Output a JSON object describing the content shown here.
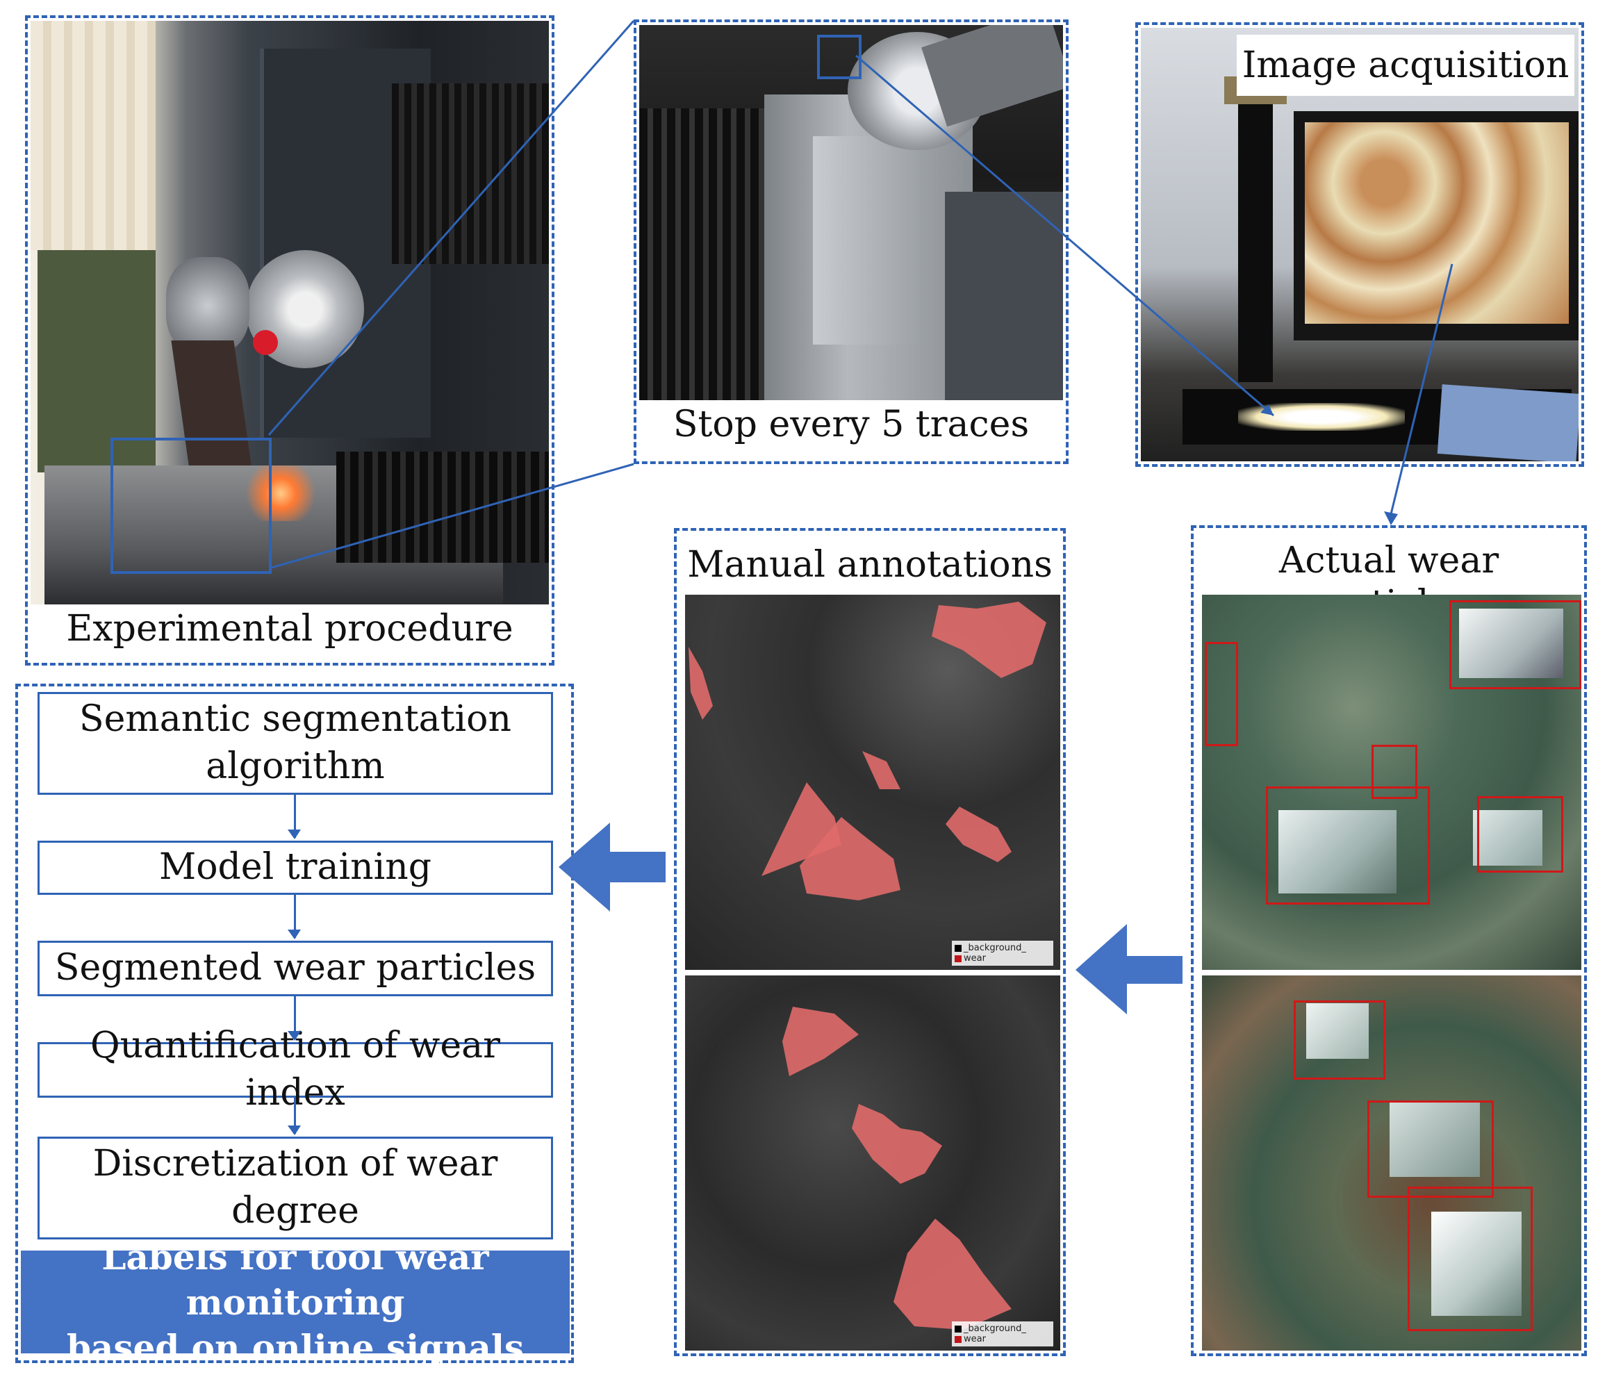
{
  "photos": {
    "experimental": {
      "caption": "Experimental procedure"
    },
    "machine_closeup": {
      "caption": "Stop every 5 traces"
    },
    "acquisition": {
      "caption": "Image acquisition"
    }
  },
  "panels": {
    "annotations": {
      "title": "Manual annotations"
    },
    "particles": {
      "title": "Actual wear particles"
    }
  },
  "legend": {
    "background": "_background_",
    "wear": "wear"
  },
  "flow": {
    "steps": [
      {
        "line1": "Semantic segmentation",
        "line2": "algorithm"
      },
      {
        "line1": "Model training",
        "line2": ""
      },
      {
        "line1": "Segmented wear particles",
        "line2": ""
      },
      {
        "line1": "Quantification of wear index",
        "line2": ""
      },
      {
        "line1": "Discretization of wear",
        "line2": "degree"
      }
    ],
    "final": {
      "line1": "Labels for tool wear monitoring",
      "line2": "based on online signals"
    }
  },
  "colors": {
    "accent": "#2f63b5",
    "final_fill": "#4472c4",
    "annotation_red": "#e06a6a",
    "detection_red": "#d01818"
  }
}
